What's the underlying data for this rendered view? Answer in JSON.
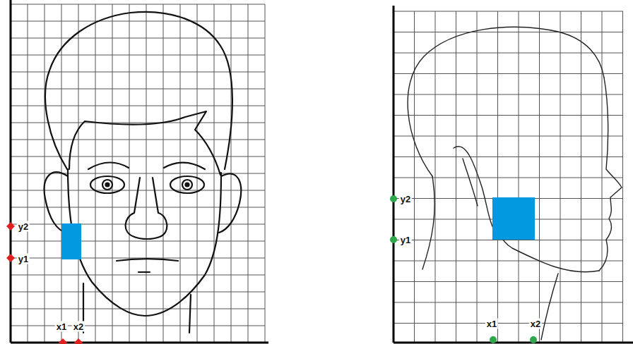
{
  "diagram": {
    "labels": [
      "y2",
      "y1",
      "x1",
      "x2",
      "y2",
      "y1",
      "x1",
      "x2"
    ]
  }
}
